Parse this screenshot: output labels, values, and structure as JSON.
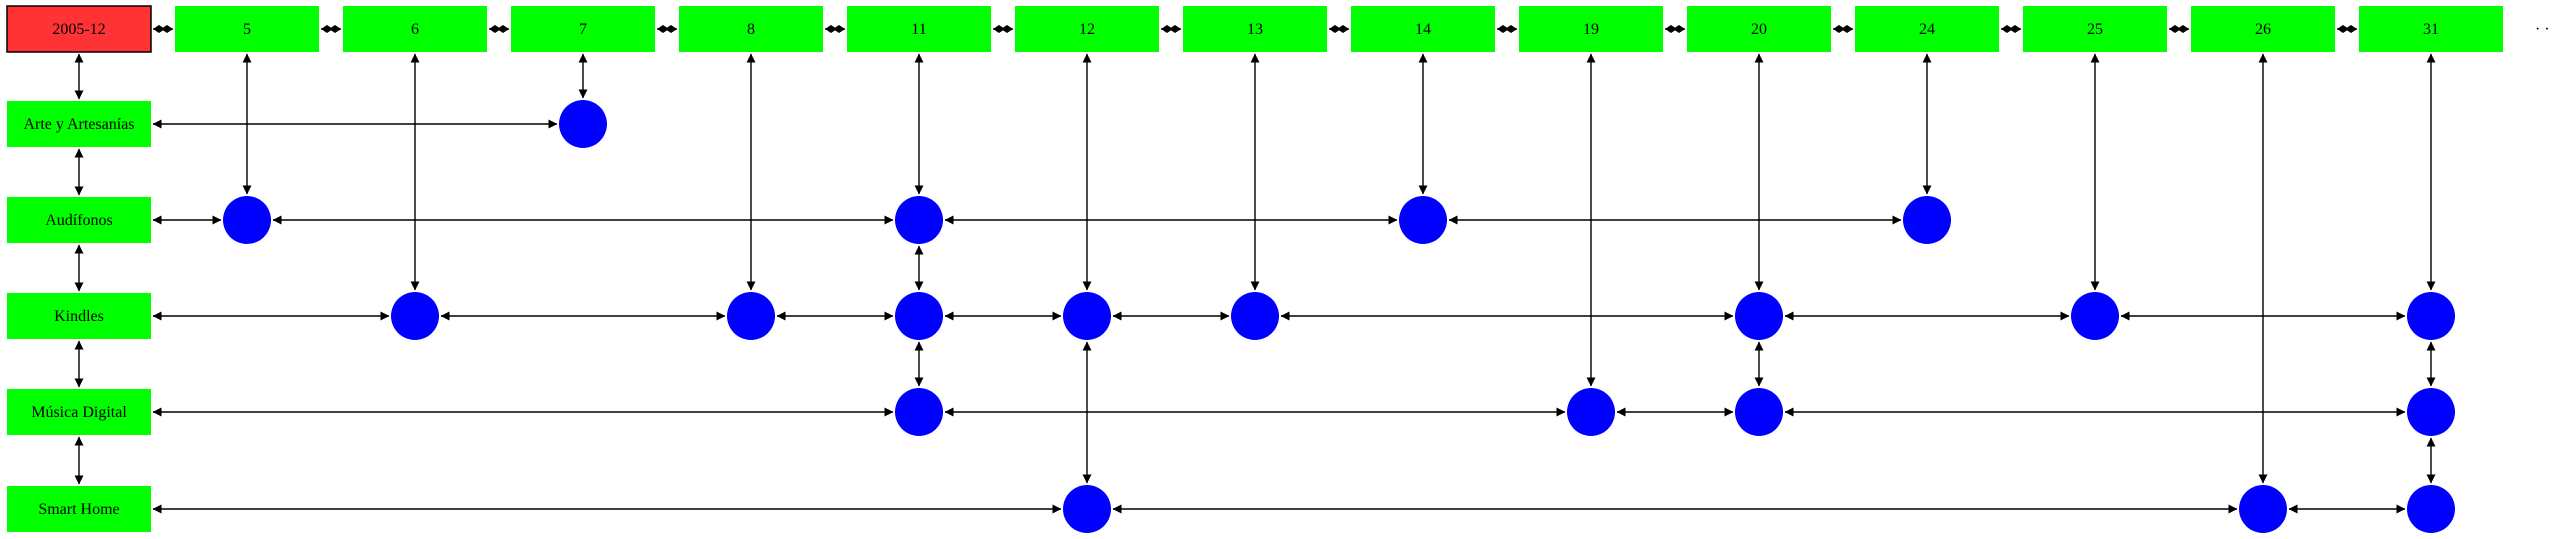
{
  "header": {
    "label": "2005-12",
    "color": "#ff3333"
  },
  "days": [
    "5",
    "6",
    "7",
    "8",
    "11",
    "12",
    "13",
    "14",
    "19",
    "20",
    "24",
    "25",
    "26",
    "31"
  ],
  "trailing_marker": "· ·",
  "categories": [
    "Arte y Artesanías",
    "Audífonos",
    "Kindles",
    "Música Digital",
    "Smart Home"
  ],
  "colors": {
    "box": "#00ff00",
    "dot": "#0000ff",
    "edge": "#000000",
    "header_border": "#000000"
  },
  "events": [
    {
      "category": "Arte y Artesanías",
      "day": "7"
    },
    {
      "category": "Audífonos",
      "day": "5"
    },
    {
      "category": "Audífonos",
      "day": "11"
    },
    {
      "category": "Audífonos",
      "day": "14"
    },
    {
      "category": "Audífonos",
      "day": "24"
    },
    {
      "category": "Kindles",
      "day": "6"
    },
    {
      "category": "Kindles",
      "day": "8"
    },
    {
      "category": "Kindles",
      "day": "11"
    },
    {
      "category": "Kindles",
      "day": "12"
    },
    {
      "category": "Kindles",
      "day": "13"
    },
    {
      "category": "Kindles",
      "day": "20"
    },
    {
      "category": "Kindles",
      "day": "25"
    },
    {
      "category": "Kindles",
      "day": "31"
    },
    {
      "category": "Música Digital",
      "day": "11"
    },
    {
      "category": "Música Digital",
      "day": "19"
    },
    {
      "category": "Música Digital",
      "day": "20"
    },
    {
      "category": "Música Digital",
      "day": "31"
    },
    {
      "category": "Smart Home",
      "day": "12"
    },
    {
      "category": "Smart Home",
      "day": "26"
    },
    {
      "category": "Smart Home",
      "day": "31"
    }
  ]
}
